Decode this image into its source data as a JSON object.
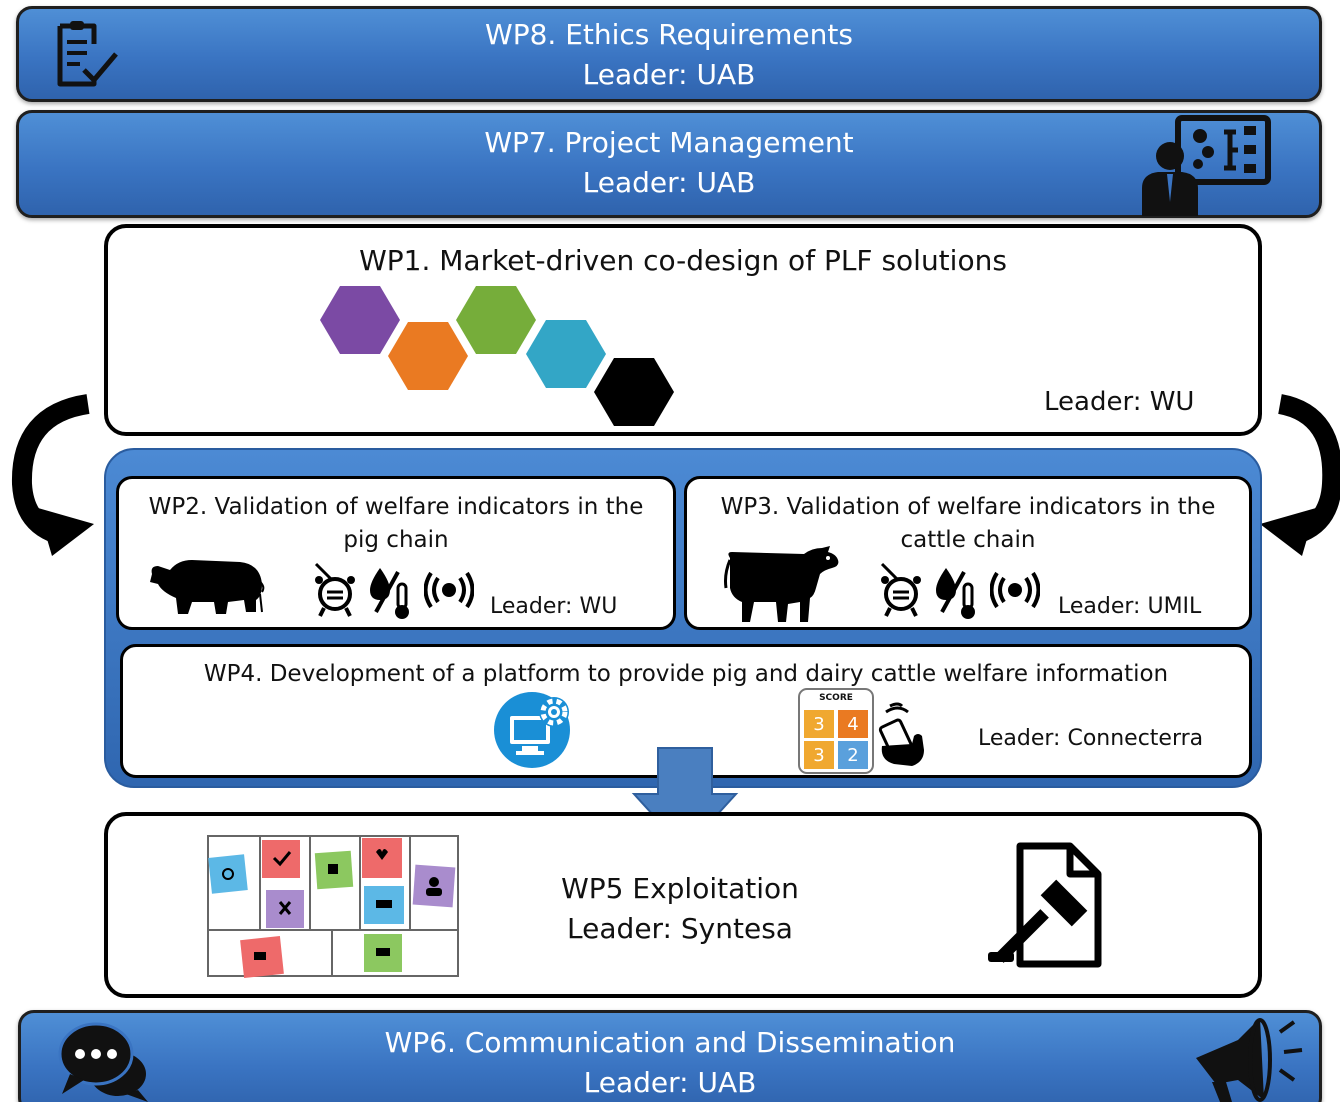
{
  "wp8": {
    "title": "WP8. Ethics Requirements",
    "leader_label": "Leader:",
    "leader_name": "UAB"
  },
  "wp7": {
    "title": "WP7. Project Management",
    "leader_label": "Leader:",
    "leader_name": "UAB"
  },
  "wp1": {
    "title": "WP1. Market-driven co-design of PLF solutions",
    "leader_label": "Leader:",
    "leader_name": "WU"
  },
  "wp2": {
    "title_line1": "WP2. Validation of welfare indicators in the",
    "title_line2": "pig chain",
    "leader_label": "Leader:",
    "leader_name": "WU"
  },
  "wp3": {
    "title_line1": "WP3. Validation of welfare indicators in the",
    "title_line2": "cattle chain",
    "leader_label": "Leader:",
    "leader_name": "UMIL"
  },
  "wp4": {
    "title": "WP4. Development of a platform to provide pig and dairy cattle welfare information",
    "leader_label": "Leader:",
    "leader_name": "Connecterra",
    "score_label": "SCORE",
    "score_values": [
      "3",
      "4",
      "3",
      "2"
    ]
  },
  "wp5": {
    "title": "WP5 Exploitation",
    "leader_label": "Leader:",
    "leader_name": "Syntesa"
  },
  "wp6": {
    "title": "WP6. Communication and Dissemination",
    "leader_label": "Leader:",
    "leader_name": "UAB"
  },
  "colors": {
    "bar_blue": "#3a74c2",
    "hex_purple": "#7b4aa4",
    "hex_orange": "#ea7a22",
    "hex_green": "#76ad3a",
    "hex_cyan": "#33a6c6",
    "hex_black": "#000000"
  },
  "icons": {
    "wp8": "checklist-icon",
    "wp7": "manager-board-icon",
    "wp2_animal": "pig-icon",
    "wp3_animal": "cow-icon",
    "sensors": [
      "alarm-sensor-icon",
      "humidity-temperature-icon",
      "signal-icon"
    ],
    "wp4_platform": "monitor-gear-icon",
    "wp4_app": "score-app-icon",
    "wp5_board": "sticky-notes-board-icon",
    "wp5_doc": "legal-document-icon",
    "wp6_chat": "chat-bubbles-icon",
    "wp6_speaker": "megaphone-icon"
  }
}
